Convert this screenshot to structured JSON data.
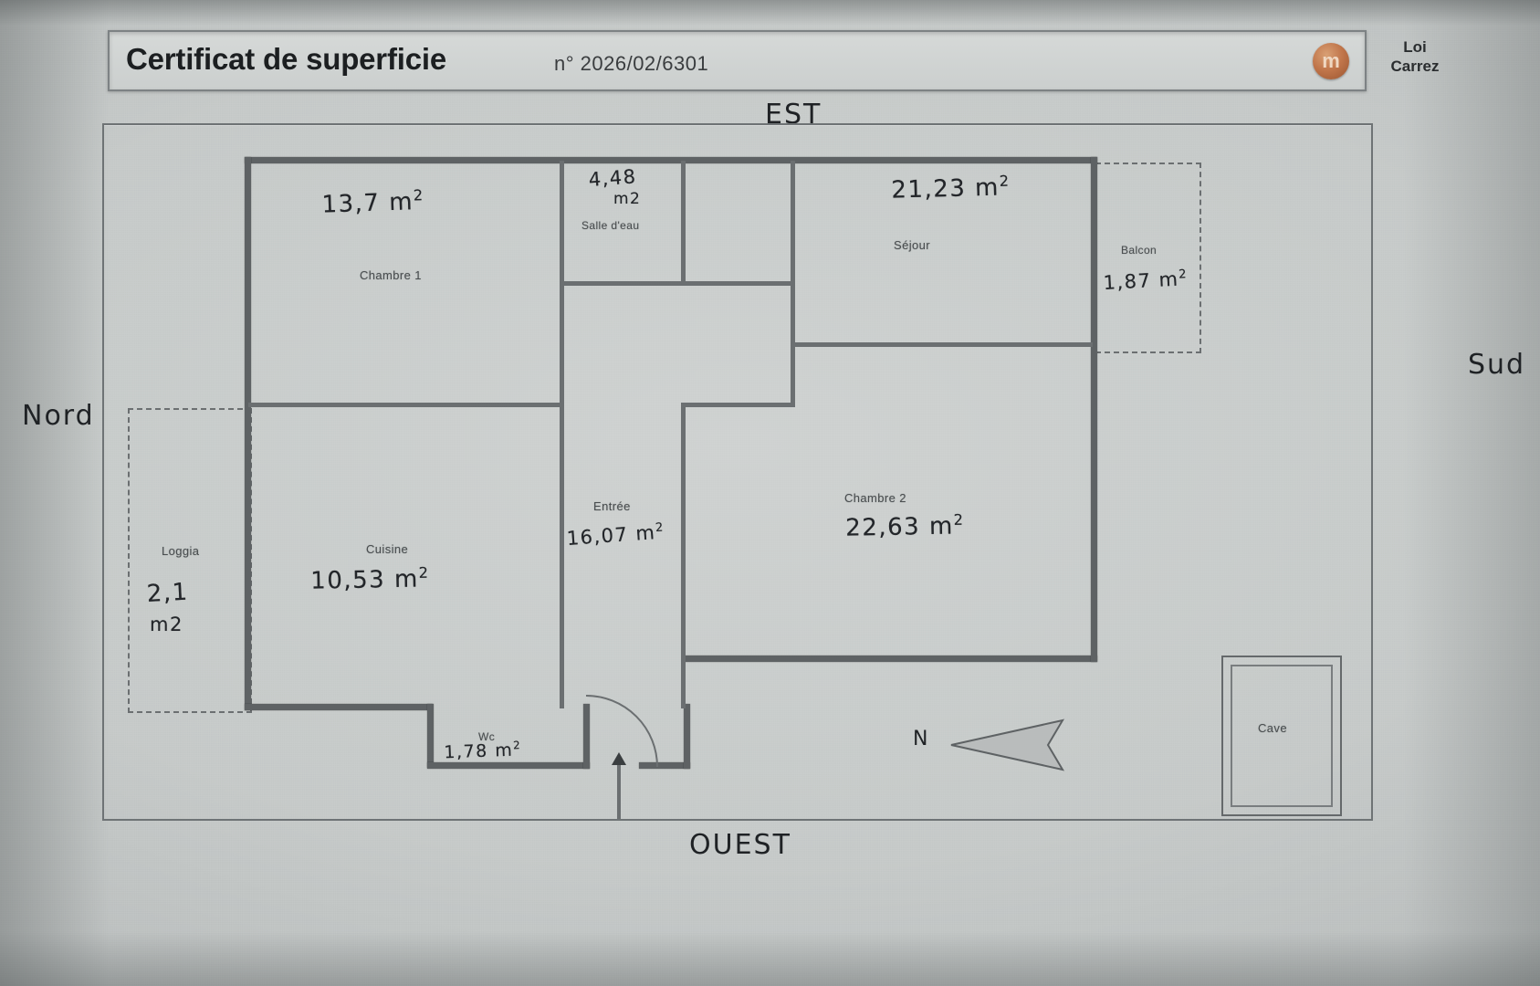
{
  "document": {
    "title": "Certificat de superficie",
    "number": "n° 2026/02/6301",
    "brand_line1": "Loi",
    "brand_line2": "Carrez",
    "logo_glyph": "m"
  },
  "orientation": {
    "top": "EST",
    "bottom": "OUEST",
    "left": "Nord",
    "right": "Sud",
    "compass_label": "N"
  },
  "rooms": [
    {
      "name": "Chambre 1",
      "area_text": "13,7 m",
      "area_exp": "2",
      "area_value": 13.7
    },
    {
      "name": "Salle d'eau",
      "area_text": "4,48",
      "area_exp": "2",
      "area_value": 4.48,
      "area_unit": "m2"
    },
    {
      "name": "Séjour",
      "area_text": "21,23 m",
      "area_exp": "2",
      "area_value": 21.23
    },
    {
      "name": "Balcon",
      "area_text": "1,87 m",
      "area_exp": "2",
      "area_value": 1.87
    },
    {
      "name": "Chambre 2",
      "area_text": "22,63 m",
      "area_exp": "2",
      "area_value": 22.63
    },
    {
      "name": "Cuisine",
      "area_text": "10,53 m",
      "area_exp": "2",
      "area_value": 10.53
    },
    {
      "name": "Entrée",
      "area_text": "16,07 m",
      "area_exp": "2",
      "area_value": 16.07
    },
    {
      "name": "Wc",
      "area_text": "1,78 m",
      "area_exp": "2",
      "area_value": 1.78
    },
    {
      "name": "Loggia",
      "area_text": "2,1",
      "area_exp": "2",
      "area_value": 2.1,
      "area_unit": "m2"
    },
    {
      "name": "Cave",
      "area_text": "",
      "area_exp": "",
      "area_value": null
    }
  ],
  "handwriting": {
    "chambre1": "13,7 m",
    "salle_eau_l1": "4,48",
    "salle_eau_l2": "m2",
    "sejour": "21,23 m",
    "balcon": "1,87 m",
    "chambre2": "22,63 m",
    "cuisine": "10,53 m",
    "entree": "16,07 m",
    "wc": "1,78 m",
    "loggia_l1": "2,1",
    "loggia_l2": "m2",
    "exp": "2"
  },
  "colors": {
    "paper": "#c6cac9",
    "wall": "#5e6264",
    "ink": "#23262a",
    "print": "#4a4e50",
    "logo": "#c0754a"
  }
}
